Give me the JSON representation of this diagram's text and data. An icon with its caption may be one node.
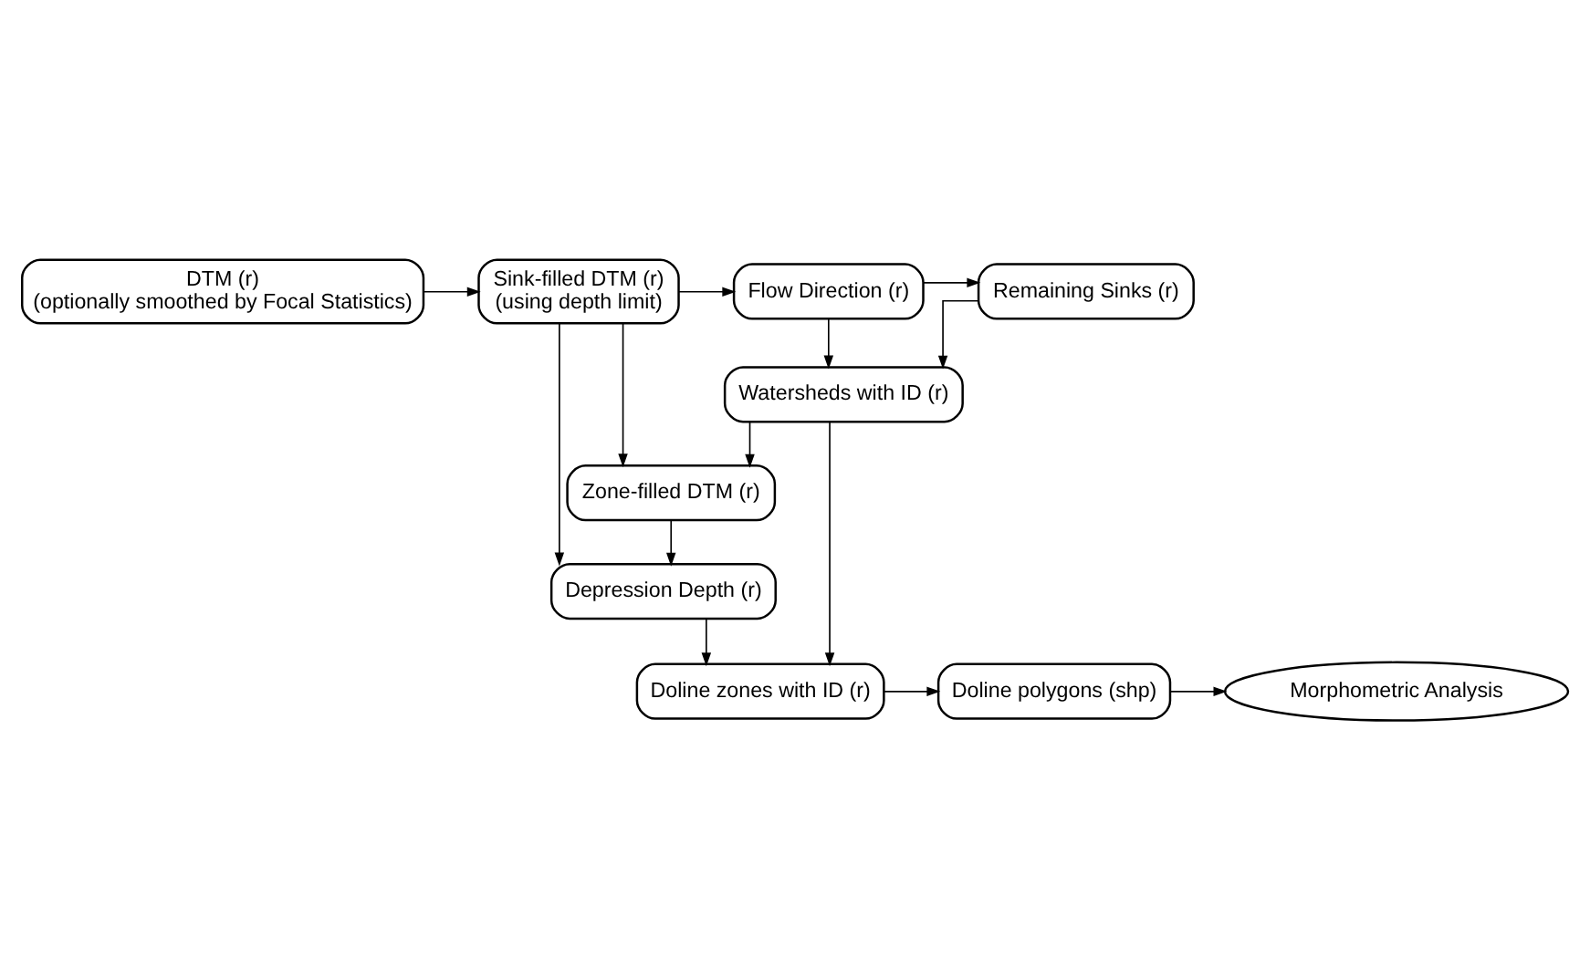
{
  "diagram": {
    "nodes": [
      {
        "text": [
          "DTM (r)",
          "(optionally smoothed by Focal Statistics)"
        ]
      },
      {
        "text": [
          "Sink-filled DTM (r)",
          "(using depth limit)"
        ]
      },
      {
        "text": [
          "Flow Direction (r)"
        ]
      },
      {
        "text": [
          "Remaining Sinks (r)"
        ]
      },
      {
        "text": [
          "Watersheds with ID (r)"
        ]
      },
      {
        "text": [
          "Zone-filled DTM (r)"
        ]
      },
      {
        "text": [
          "Depression Depth (r)"
        ]
      },
      {
        "text": [
          "Doline zones with ID (r)"
        ]
      },
      {
        "text": [
          "Doline polygons (shp)"
        ]
      },
      {
        "text": [
          "Morphometric Analysis"
        ]
      }
    ],
    "edges": [
      {
        "from": 0,
        "to": 1,
        "arrow": "to"
      },
      {
        "from": 1,
        "to": 2,
        "arrow": "to"
      },
      {
        "from": 2,
        "to": 3,
        "arrow": "to"
      },
      {
        "from": 3,
        "to": 4,
        "arrow": "to"
      },
      {
        "from": 2,
        "to": 4,
        "arrow": "to"
      },
      {
        "from": 4,
        "to": 5,
        "arrow": "to"
      },
      {
        "from": 1,
        "to": 5,
        "arrow": "to"
      },
      {
        "from": 5,
        "to": 6,
        "arrow": "to"
      },
      {
        "from": 1,
        "to": 6,
        "arrow": "to"
      },
      {
        "from": 6,
        "to": 7,
        "arrow": "to"
      },
      {
        "from": 4,
        "to": 7,
        "arrow": "to"
      },
      {
        "from": 7,
        "to": 8,
        "arrow": "to"
      },
      {
        "from": 8,
        "to": 9,
        "arrow": "to"
      }
    ]
  }
}
